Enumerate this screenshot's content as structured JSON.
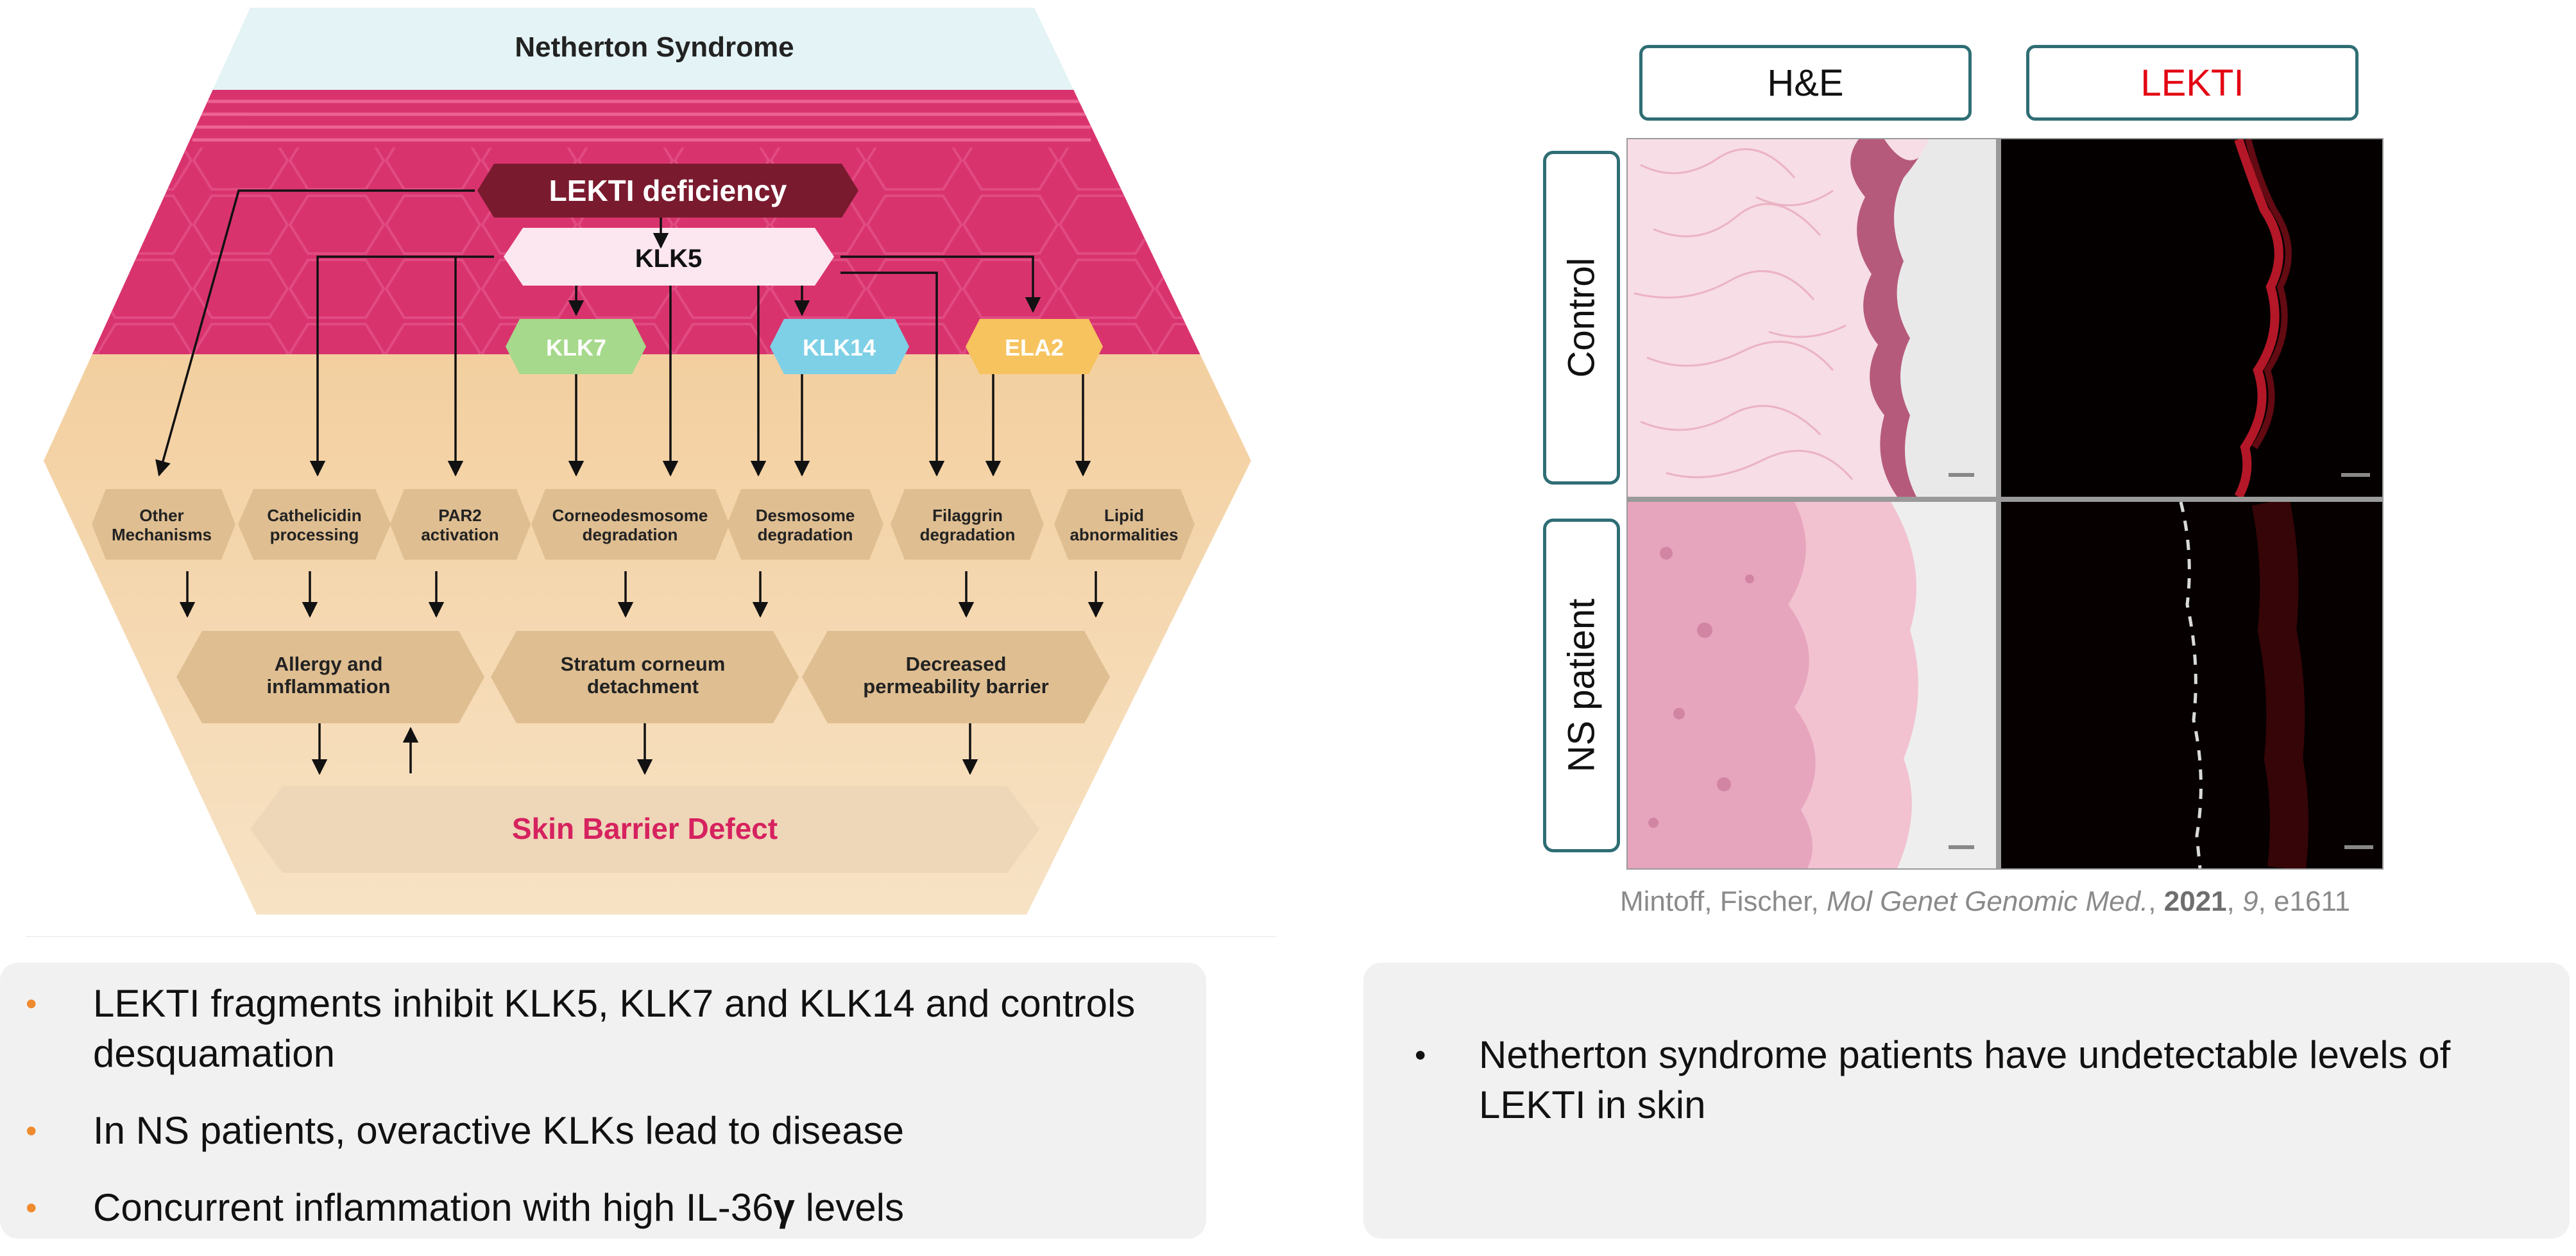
{
  "diagram": {
    "title": "Netherton Syndrome",
    "lekti": "LEKTI deficiency",
    "klk5": "KLK5",
    "klk7": "KLK7",
    "klk14": "KLK14",
    "ela2": "ELA2",
    "mechanisms": [
      [
        "Other",
        "Mechanisms"
      ],
      [
        "Cathelicidin",
        "processing"
      ],
      [
        "PAR2",
        "activation"
      ],
      [
        "Corneodesmosome",
        "degradation"
      ],
      [
        "Desmosome",
        "degradation"
      ],
      [
        "Filaggrin",
        "degradation"
      ],
      [
        "Lipid",
        "abnormalities"
      ]
    ],
    "effects": [
      [
        "Allergy and",
        "inflammation"
      ],
      [
        "Stratum corneum",
        "detachment"
      ],
      [
        "Decreased",
        "permeability barrier"
      ]
    ],
    "outcome": "Skin Barrier Defect",
    "colors": {
      "background_top": "#e4f3f5",
      "epidermis": "#d9336e",
      "dermis": "#f3d4a8",
      "lekti_box": "#7a1a2e",
      "klk5_box": "#fce6f0",
      "klk7_box": "#a6d98b",
      "klk14_box": "#7ed0e6",
      "ela2_box": "#f6c35e",
      "outcome_text": "#d6225f"
    }
  },
  "micrographs": {
    "col_he": "H&E",
    "col_lekti": "LEKTI",
    "row_control": "Control",
    "row_ns": "NS patient",
    "colors": {
      "frame": "#2e6e74",
      "lekti_label": "#e30613"
    },
    "caption": {
      "authors": "Mintoff, Fischer, ",
      "journal": "Mol Genet Genomic Med.",
      "sep1": ", ",
      "year": "2021",
      "sep2": ", ",
      "volume": "9",
      "article": ", e1611"
    }
  },
  "left_bullets": {
    "bullet_color": "#ef8a2e",
    "items": [
      {
        "text": "LEKTI fragments inhibit KLK5, KLK7 and KLK14 and controls desquamation"
      },
      {
        "text": "In NS patients, overactive KLKs lead to disease"
      },
      {
        "prefix": "Concurrent inflammation with high IL-36",
        "symbol": "γ",
        "suffix": " levels"
      }
    ]
  },
  "right_bullets": {
    "items": [
      {
        "text": "Netherton syndrome patients have undetectable levels of LEKTI in skin"
      }
    ]
  }
}
